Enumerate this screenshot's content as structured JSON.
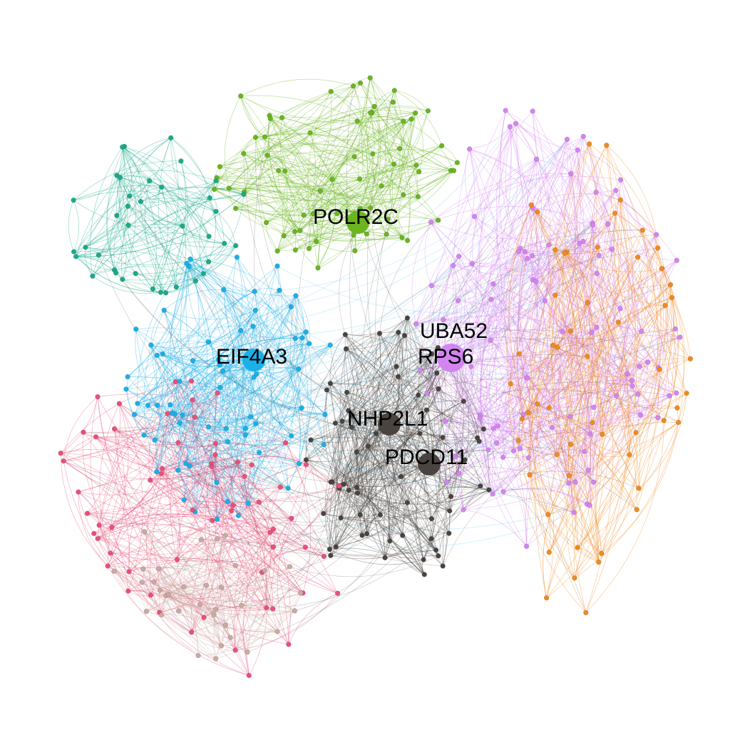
{
  "diagram": {
    "type": "network-graph",
    "background": "#ffffff",
    "clusters": [
      {
        "name": "polr",
        "color": "#6ab520"
      },
      {
        "name": "teal",
        "color": "#1aab8a"
      },
      {
        "name": "eif",
        "color": "#1ab0e8"
      },
      {
        "name": "violet",
        "color": "#d484f2"
      },
      {
        "name": "orange",
        "color": "#f08a1e"
      },
      {
        "name": "dark",
        "color": "#4a4440"
      },
      {
        "name": "pink",
        "color": "#e8507a"
      },
      {
        "name": "beige",
        "color": "#c9aaa2"
      }
    ],
    "hubs": [
      {
        "label": "POLR2C",
        "cluster": "polr"
      },
      {
        "label": "EIF4A3",
        "cluster": "eif"
      },
      {
        "label": "UBA52",
        "cluster": "violet"
      },
      {
        "label": "RPS6",
        "cluster": "violet"
      },
      {
        "label": "NHP2L1",
        "cluster": "dark"
      },
      {
        "label": "PDCD11",
        "cluster": "dark"
      }
    ]
  }
}
